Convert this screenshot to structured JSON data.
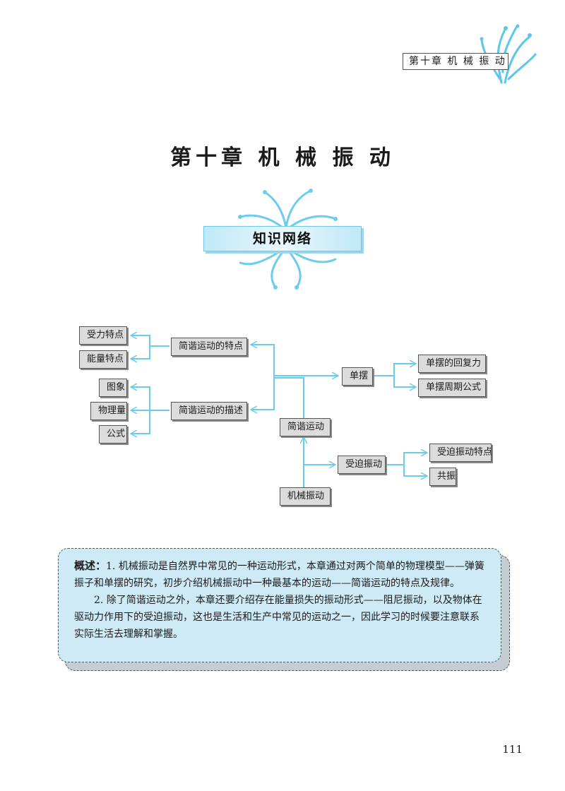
{
  "header": {
    "text": "第十章  机 械 振 动"
  },
  "chapter_title": "第十章    机 械 振 动",
  "banner": {
    "label": "知识网络"
  },
  "diagram": {
    "force": "受力特点",
    "energy": "能量特点",
    "shm_features": "简谐运动的特点",
    "image": "图象",
    "quantity": "物理量",
    "formula": "公式",
    "shm_description": "简谐运动的描述",
    "shm": "简谐运动",
    "pendulum": "单摆",
    "pendulum_restoring": "单摆的回复力",
    "pendulum_period": "单摆周期公式",
    "forced": "受迫振动",
    "forced_features": "受迫振动特点",
    "resonance": "共振",
    "mech_vibration": "机械振动"
  },
  "summary": {
    "label": "概述：",
    "p1": "1. 机械振动是自然界中常见的一种运动形式，本章通过对两个简单的物理模型——弹簧振子和单摆的研究，初步介绍机械振动中一种最基本的运动——简谐运动的特点及规律。",
    "p2": "2. 除了简谐运动之外，本章还要介绍存在能量损失的振动形式——阻尼振动，以及物体在驱动力作用下的受迫振动，这也是生活和生产中常见的运动之一，因此学习的时候要注意联系实际生活去理解和掌握。"
  },
  "page_number": "111"
}
